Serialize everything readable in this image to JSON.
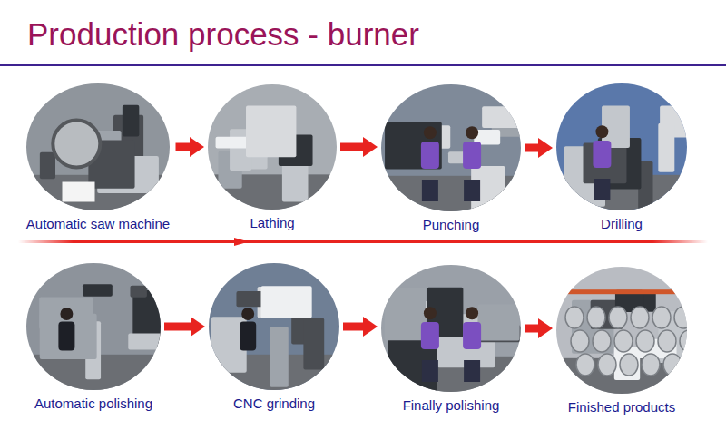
{
  "diagram": {
    "title": "Production process - burner",
    "nodes": [
      {
        "text": [
          "Automatic saw machine"
        ]
      },
      {
        "text": [
          "Lathing"
        ]
      },
      {
        "text": [
          "Punching"
        ]
      },
      {
        "text": [
          "Drilling"
        ]
      },
      {
        "text": [
          "Automatic polishing"
        ]
      },
      {
        "text": [
          "CNC grinding"
        ]
      },
      {
        "text": [
          "Finally polishing"
        ]
      },
      {
        "text": [
          "Finished products"
        ]
      }
    ],
    "edges": [
      {
        "from": 0,
        "to": 1,
        "arrow": "to"
      },
      {
        "from": 1,
        "to": 2,
        "arrow": "to"
      },
      {
        "from": 2,
        "to": 3,
        "arrow": "to"
      },
      {
        "from": 4,
        "to": 5,
        "arrow": "to"
      },
      {
        "from": 5,
        "to": 6,
        "arrow": "to"
      },
      {
        "from": 6,
        "to": 7,
        "arrow": "to"
      }
    ]
  }
}
